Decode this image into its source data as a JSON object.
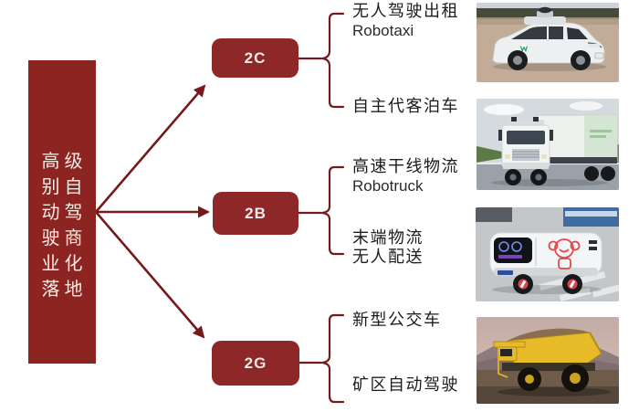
{
  "diagram": {
    "root": {
      "label": "高级别自动驾驶商业化落地",
      "rows": [
        "高级",
        "别自",
        "动驾",
        "驶商",
        "业化",
        "落地"
      ]
    },
    "branches": [
      {
        "tag": "2C",
        "outcomes": [
          {
            "line1": "无人驾驶出租",
            "line2": "Robotaxi"
          },
          {
            "line1": "自主代客泊车",
            "line2": ""
          }
        ]
      },
      {
        "tag": "2B",
        "outcomes": [
          {
            "line1": "高速干线物流",
            "line2": "Robotruck"
          },
          {
            "line1": "末端物流",
            "line2": "无人配送"
          }
        ]
      },
      {
        "tag": "2G",
        "outcomes": [
          {
            "line1": "新型公交车",
            "line2": ""
          },
          {
            "line1": "矿区自动驾驶",
            "line2": ""
          }
        ]
      }
    ],
    "photos": [
      {
        "name": "robotaxi-minivan-photo"
      },
      {
        "name": "robotruck-semi-photo"
      },
      {
        "name": "delivery-robot-photo"
      },
      {
        "name": "mining-truck-photo"
      }
    ],
    "colors": {
      "node_red": "#8c2422",
      "box_red": "#8e2727",
      "arrow_red": "#75191c",
      "text_dark": "#1c1c1c"
    }
  }
}
